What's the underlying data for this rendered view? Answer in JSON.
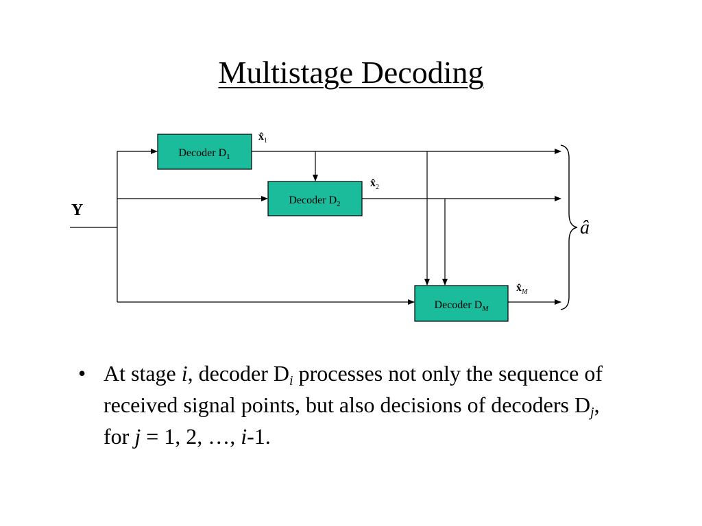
{
  "slide": {
    "title": "Multistage Decoding"
  },
  "diagram": {
    "input_label": "Y",
    "output_label": "â",
    "box_fill": "#1ABC9C",
    "decoders": [
      {
        "label": "Decoder D",
        "sub": "1"
      },
      {
        "label": "Decoder D",
        "sub": "2"
      },
      {
        "label": "Decoder D",
        "sub": "M"
      }
    ],
    "estimates": [
      {
        "label": "x̂",
        "sub": "1"
      },
      {
        "label": "x̂",
        "sub": "2"
      },
      {
        "label": "x̂",
        "sub": "M"
      }
    ]
  },
  "bullet": {
    "mark": "•",
    "parts": {
      "p1": "At stage ",
      "i1": "i",
      "p2": ", decoder D",
      "i2": "i",
      "p3": " processes not only the sequence of received signal points, but also decisions of decoders D",
      "j1": "j",
      "p4": ", for ",
      "j2": "j",
      "p5": " = 1, 2, …, ",
      "i3": "i",
      "p6": "-1."
    }
  }
}
